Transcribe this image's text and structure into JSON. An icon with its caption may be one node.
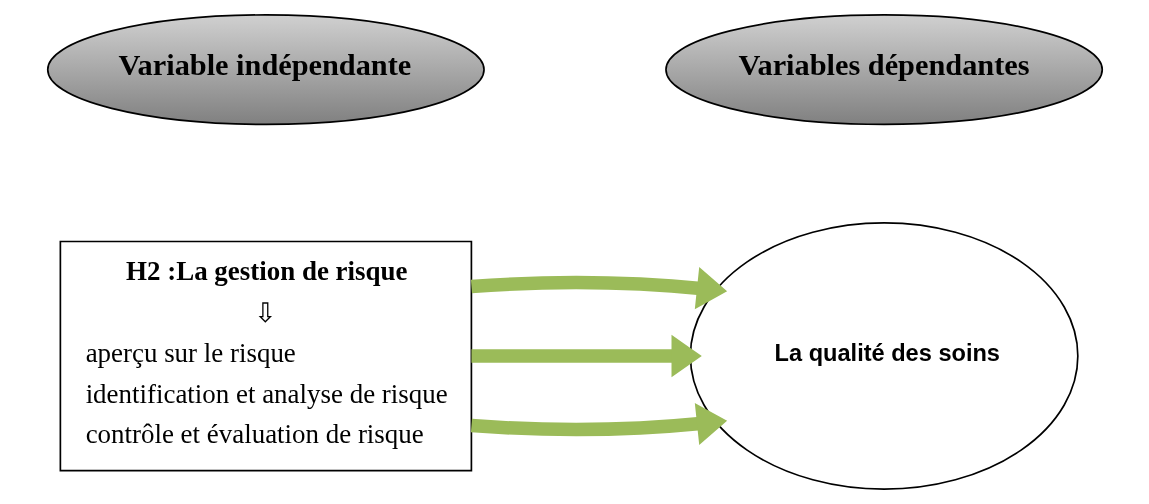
{
  "diagram": {
    "nodes": [
      {
        "text": [
          "Variable indépendante"
        ]
      },
      {
        "text": [
          "Variables dépendantes"
        ]
      },
      {
        "text": [
          "H2 :La gestion de risque",
          "⇩",
          "aperçu sur le risque",
          "identification et analyse de risque",
          "contrôle et évaluation de risque"
        ]
      },
      {
        "text": [
          "La qualité des soins"
        ]
      }
    ],
    "edges": [
      {
        "from": 2,
        "to": 3,
        "arrow": "to"
      },
      {
        "from": 2,
        "to": 3,
        "arrow": "to"
      },
      {
        "from": 2,
        "to": 3,
        "arrow": "to"
      }
    ]
  }
}
